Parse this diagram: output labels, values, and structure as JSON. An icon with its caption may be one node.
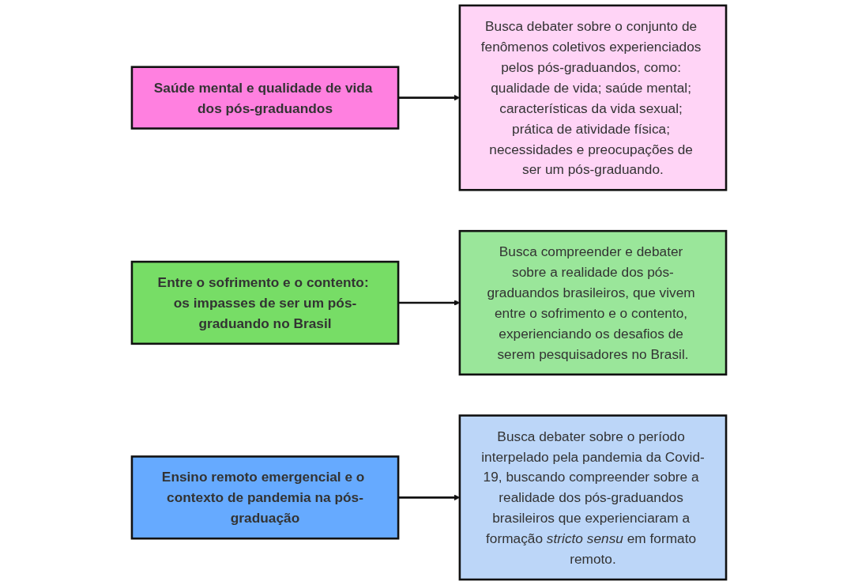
{
  "diagram": {
    "nodes": [
      {
        "text": [
          "Saúde mental e qualidade de vida dos pós-graduandos"
        ]
      },
      {
        "text": [
          "Busca debater sobre o conjunto de fenômenos coletivos experienciados pelos pós-graduandos, como: qualidade de vida; saúde mental; características da vida sexual; prática de atividade física; necessidades e preocupações de ser um pós-graduando."
        ]
      },
      {
        "text": [
          "Entre o sofrimento e o contento: os impasses de ser um pós-graduando no Brasil"
        ]
      },
      {
        "text": [
          "Busca compreender e debater sobre a realidade dos pós-graduandos brasileiros, que vivem entre o sofrimento e o contento, experienciando os desafios de serem pesquisadores no Brasil."
        ]
      },
      {
        "text": [
          "Ensino remoto emergencial e o contexto de pandemia na pós-graduação"
        ]
      },
      {
        "text": [
          "Busca debater sobre o período interpelado pela pandemia da Covid-19, buscando compreender sobre a realidade dos pós-graduandos brasileiros que experienciaram a formação *stricto sensu* em formato remoto."
        ]
      }
    ],
    "edges": [
      {
        "from": 0,
        "to": 1,
        "arrow": "to"
      },
      {
        "from": 2,
        "to": 3,
        "arrow": "to"
      },
      {
        "from": 4,
        "to": 5,
        "arrow": "to"
      }
    ]
  }
}
